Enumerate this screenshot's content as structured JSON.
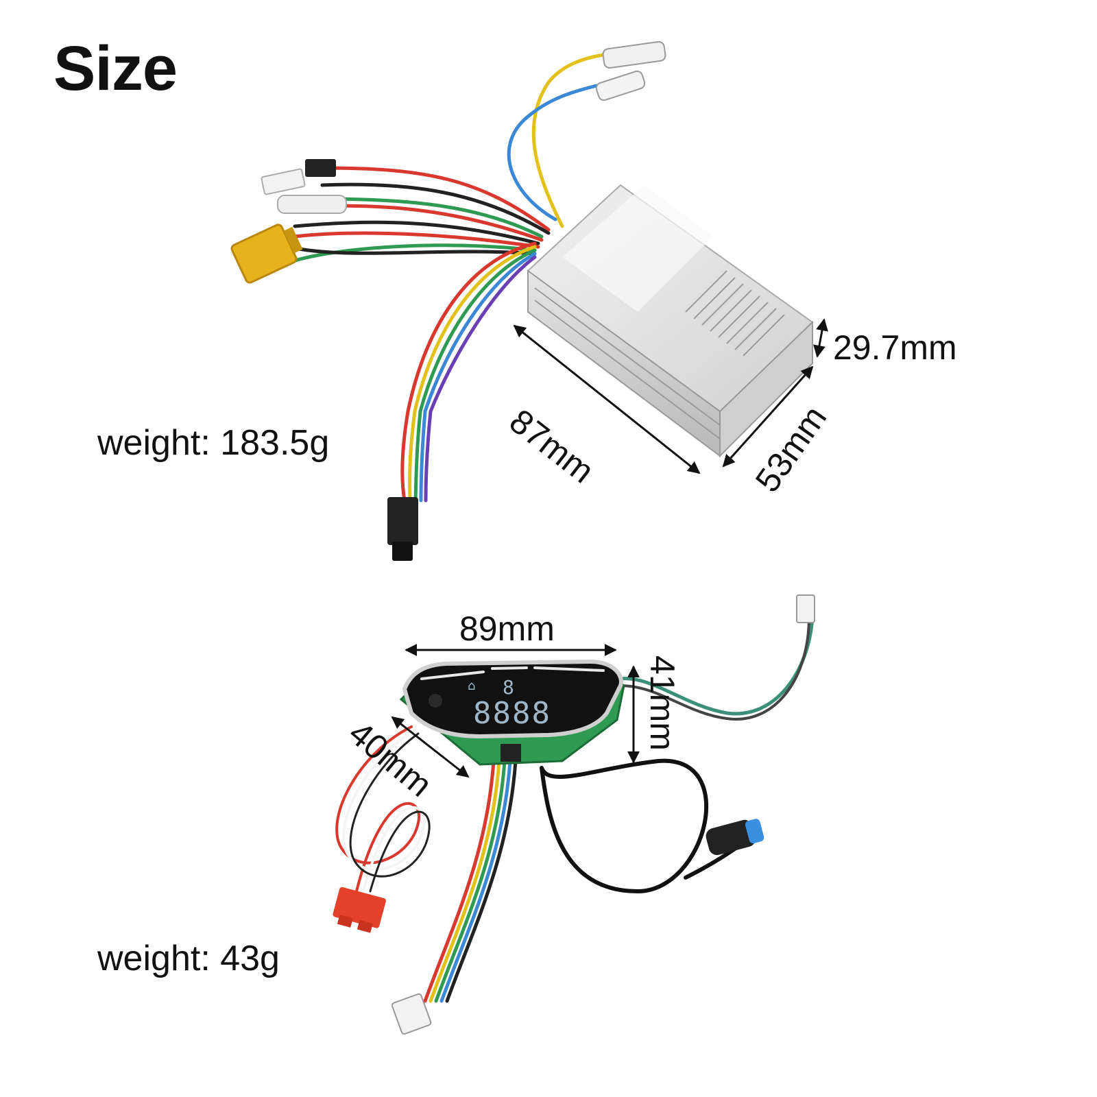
{
  "title": "Size",
  "controller": {
    "weight_label": "weight: 183.5g",
    "length": "87mm",
    "width": "53mm",
    "height": "29.7mm"
  },
  "display": {
    "weight_label": "weight: 43g",
    "width": "89mm",
    "height": "41mm",
    "depth": "40mm",
    "digits": "8888",
    "top_digit": "8"
  },
  "colors": {
    "case": "#d9d9d9",
    "connector_yellow": "#e8b21c",
    "pcb_green": "#2f9a52",
    "connector_red": "#e5412a",
    "connector_blue": "#3a8fe0",
    "lcd_digits": "#9fb6c8"
  }
}
